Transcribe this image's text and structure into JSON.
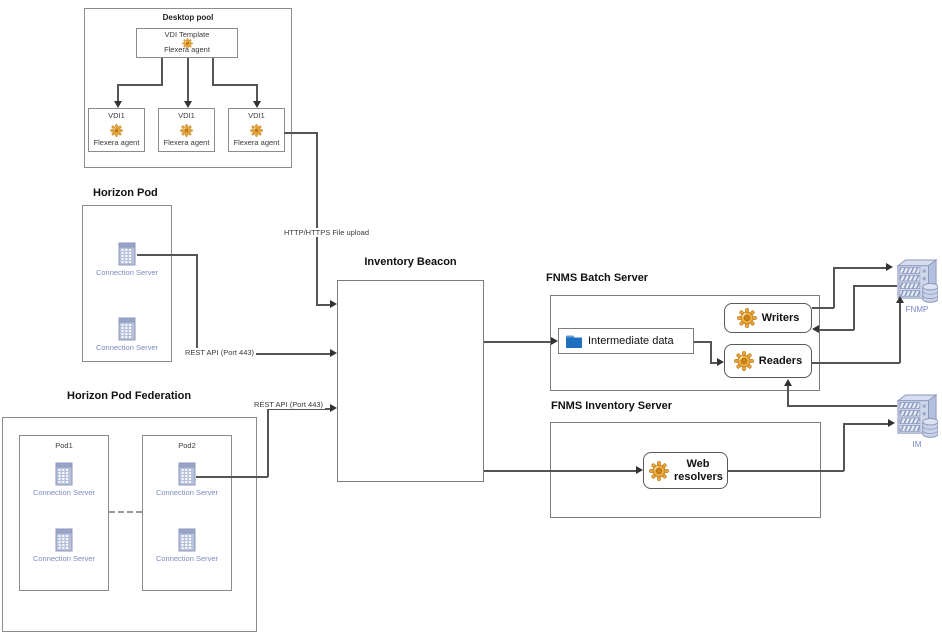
{
  "desktop_pool": {
    "title": "Desktop pool",
    "template": {
      "name": "VDI Template",
      "agent": "Flexera agent"
    },
    "vdis": [
      {
        "name": "VDI1",
        "agent": "Flexera agent"
      },
      {
        "name": "VDI1",
        "agent": "Flexera agent"
      },
      {
        "name": "VDI1",
        "agent": "Flexera agent"
      }
    ]
  },
  "horizon_pod": {
    "title": "Horizon Pod",
    "servers": [
      "Connection Server",
      "Connection Server"
    ]
  },
  "federation": {
    "title": "Horizon Pod Federation",
    "pods": [
      {
        "name": "Pod1",
        "servers": [
          "Connection Server",
          "Connection Server"
        ]
      },
      {
        "name": "Pod2",
        "servers": [
          "Connection Server",
          "Connection Server"
        ]
      }
    ]
  },
  "beacon": {
    "title": "Inventory Beacon"
  },
  "batch_server": {
    "title": "FNMS Batch Server",
    "intermediate_label": "Intermediate data",
    "writers_label": "Writers",
    "readers_label": "Readers"
  },
  "inventory_server": {
    "title": "FNMS Inventory Server",
    "web_resolvers_label": "Web resolvers"
  },
  "databases": {
    "fnmp": "FNMP",
    "im": "IM"
  },
  "connection_labels": {
    "http_upload": "HTTP/HTTPS File upload",
    "rest_api_pod": "REST API (Port 443)",
    "rest_api_federation": "REST API (Port 443)"
  },
  "colors": {
    "line": "#555555",
    "box_border": "#8c8c8c",
    "rounded_border": "#595959",
    "server_icon": "#b7c1dc",
    "server_label_text": "#7c8bc0",
    "db_label_text": "#7b86cf",
    "gear_orange": "#efa93d",
    "folder_blue": "#1e6fbf"
  }
}
